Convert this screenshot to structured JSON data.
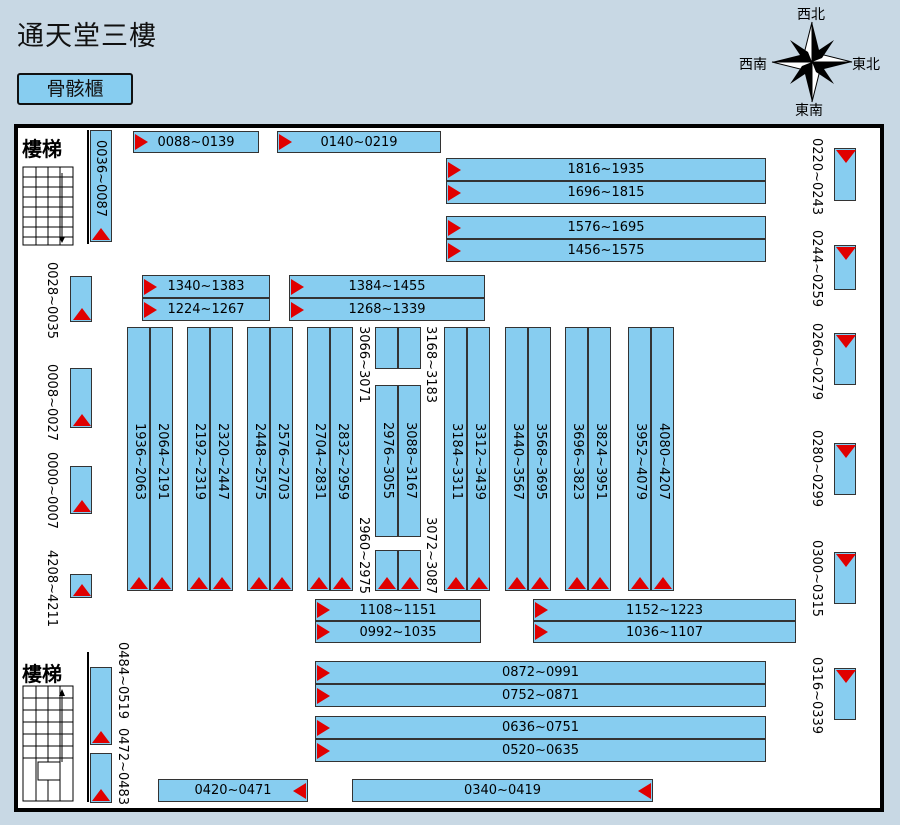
{
  "title": "通天堂三樓",
  "section_tag": "骨骸櫃",
  "compass": {
    "north": "西北",
    "west": "西南",
    "east": "東北",
    "south": "東南"
  },
  "stairs_label": "樓梯",
  "stairs_label_2": "樓梯",
  "colors": {
    "rack": "#87cdf0",
    "marker": "#e00000",
    "background": "#c8d8e4"
  },
  "h_racks": {
    "r0088": "0088~0139",
    "r0140": "0140~0219",
    "r1816": "1816~1935",
    "r1696": "1696~1815",
    "r1576": "1576~1695",
    "r1456": "1456~1575",
    "r1340": "1340~1383",
    "r1224": "1224~1267",
    "r1384": "1384~1455",
    "r1268": "1268~1339",
    "r1108": "1108~1151",
    "r0992": "0992~1035",
    "r1152": "1152~1223",
    "r1036": "1036~1107",
    "r0872": "0872~0991",
    "r0752": "0752~0871",
    "r0636": "0636~0751",
    "r0520": "0520~0635",
    "r0420": "0420~0471",
    "r0340": "0340~0419"
  },
  "v_racks": {
    "r0036": "0036~0087",
    "r0028": "0028~0035",
    "r0008": "0008~0027",
    "r0000": "0000~0007",
    "r4208": "4208~4211",
    "r0220": "0220~0243",
    "r0244": "0244~0259",
    "r0260": "0260~0279",
    "r0280": "0280~0299",
    "r0300": "0300~0315",
    "r0316": "0316~0339",
    "r0484": "0484~0519",
    "r0472": "0472~0483",
    "r1936": "1936~2063",
    "r2064": "2064~2191",
    "r2192": "2192~2319",
    "r2320": "2320~2447",
    "r2448": "2448~2575",
    "r2576": "2576~2703",
    "r2704": "2704~2831",
    "r2832": "2832~2959",
    "r3066": "3066~3071",
    "r3168": "3168~3183",
    "r2976": "2976~3055",
    "r3088": "3088~3167",
    "r2960": "2960~2975",
    "r3072": "3072~3087",
    "r3184": "3184~3311",
    "r3312": "3312~3439",
    "r3440": "3440~3567",
    "r3568": "3568~3695",
    "r3696": "3696~3823",
    "r3824": "3824~3951",
    "r3952": "3952~4079",
    "r4080": "4080~4207"
  }
}
